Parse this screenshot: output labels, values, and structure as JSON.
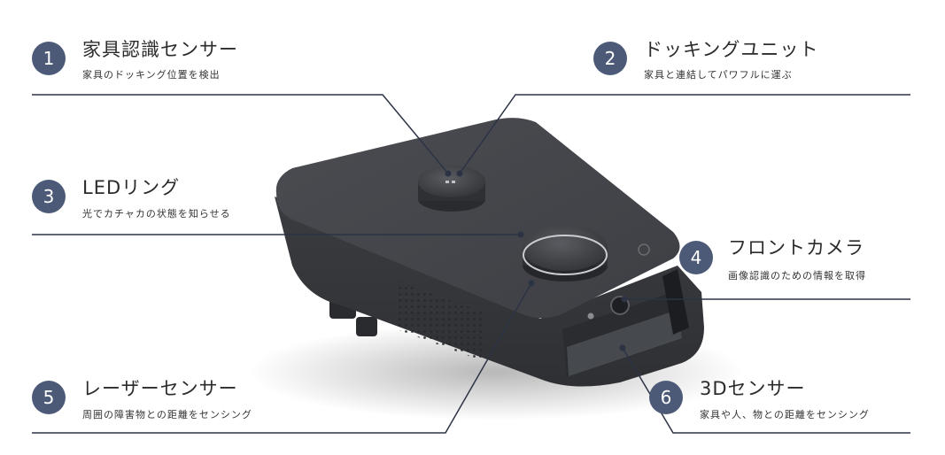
{
  "colors": {
    "badge": "#4c5a78",
    "leader_line": "#2c3345",
    "device_body": "#3c3e42",
    "device_top": "#45474c"
  },
  "callouts": [
    {
      "number": "1",
      "title": "家具認識センサー",
      "description": "家具のドッキング位置を検出"
    },
    {
      "number": "2",
      "title": "ドッキングユニット",
      "description": "家具と連結してパワフルに運ぶ"
    },
    {
      "number": "3",
      "title": "LEDリング",
      "description": "光でカチャカの状態を知らせる"
    },
    {
      "number": "4",
      "title": "フロントカメラ",
      "description": "画像認識のための情報を取得"
    },
    {
      "number": "5",
      "title": "レーザーセンサー",
      "description": "周囲の障害物との距離をセンシング"
    },
    {
      "number": "6",
      "title": "3Dセンサー",
      "description": "家具や人、物との距離をセンシング"
    }
  ]
}
